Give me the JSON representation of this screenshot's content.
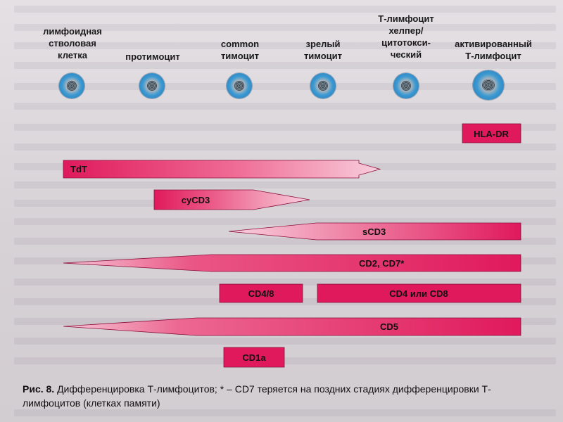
{
  "stages": [
    {
      "id": "stem",
      "label": "лимфоидная\nстволовая\nклетка"
    },
    {
      "id": "prothymocyte",
      "label": "протимоцит"
    },
    {
      "id": "common",
      "label": "common\nтимоцит"
    },
    {
      "id": "mature",
      "label": "зрелый\nтимоцит"
    },
    {
      "id": "helper",
      "label": "Т-лимфоцит\nхелпер/\nцитотокси-\nческий"
    },
    {
      "id": "activated",
      "label": "активированный\nТ-лимфоцит"
    }
  ],
  "markers": [
    {
      "id": "hla-dr",
      "label": "HLA-DR"
    },
    {
      "id": "tdt",
      "label": "TdT"
    },
    {
      "id": "cycd3",
      "label": "cyCD3"
    },
    {
      "id": "scd3",
      "label": "sCD3"
    },
    {
      "id": "cd2-cd7",
      "label": "CD2, CD7*"
    },
    {
      "id": "cd4-8",
      "label": "CD4/8"
    },
    {
      "id": "cd4-or-cd8",
      "label": "CD4 или CD8"
    },
    {
      "id": "cd5",
      "label": "CD5"
    },
    {
      "id": "cd1a",
      "label": "CD1a"
    }
  ],
  "caption": {
    "prefix": "Рис. 8.",
    "text": " Дифференцировка Т-лимфоцитов; * – CD7 теряется на поздних стадиях дифференцировки Т-лимфоцитов (клетках памяти)"
  },
  "colors": {
    "bar_fill": "#e0195c",
    "bar_light": "#f6c6d6",
    "cell": "#2a88c8"
  }
}
